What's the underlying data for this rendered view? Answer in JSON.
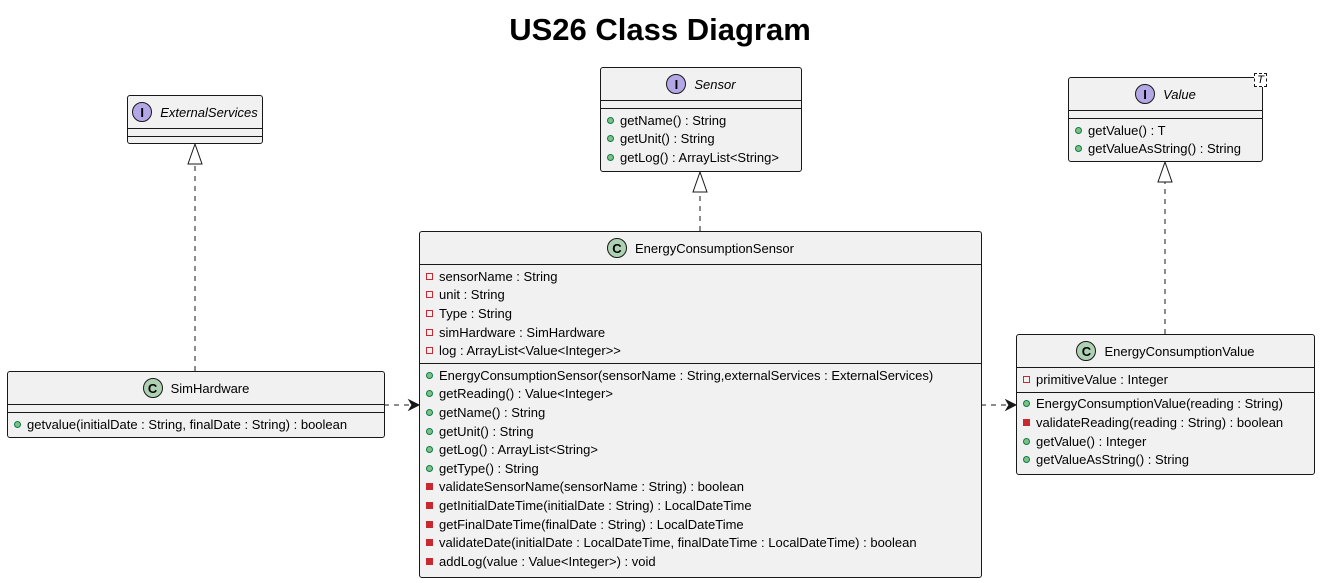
{
  "diagram": {
    "title": "US26 Class Diagram",
    "classes": {
      "external_services": {
        "name": "ExternalServices",
        "kind": "interface",
        "badge": "I",
        "fields": [],
        "methods": []
      },
      "sensor": {
        "name": "Sensor",
        "kind": "interface",
        "badge": "I",
        "fields": [],
        "methods": [
          {
            "vis": "public",
            "text": "getName() : String"
          },
          {
            "vis": "public",
            "text": "getUnit() : String"
          },
          {
            "vis": "public",
            "text": "getLog() : ArrayList<String>"
          }
        ]
      },
      "value": {
        "name": "Value",
        "kind": "interface",
        "badge": "I",
        "type_param": "T",
        "fields": [],
        "methods": [
          {
            "vis": "public",
            "text": "getValue() : T"
          },
          {
            "vis": "public",
            "text": "getValueAsString() : String"
          }
        ]
      },
      "sim_hardware": {
        "name": "SimHardware",
        "kind": "class",
        "badge": "C",
        "fields": [],
        "methods": [
          {
            "vis": "public",
            "text": "getvalue(initialDate : String, finalDate : String) : boolean"
          }
        ]
      },
      "energy_consumption_sensor": {
        "name": "EnergyConsumptionSensor",
        "kind": "class",
        "badge": "C",
        "fields": [
          {
            "vis": "private",
            "text": "sensorName : String"
          },
          {
            "vis": "private",
            "text": "unit : String"
          },
          {
            "vis": "private",
            "text": "Type : String"
          },
          {
            "vis": "private",
            "text": "simHardware : SimHardware"
          },
          {
            "vis": "private",
            "text": "log : ArrayList<Value<Integer>>"
          }
        ],
        "methods": [
          {
            "vis": "public",
            "text": "EnergyConsumptionSensor(sensorName : String,externalServices : ExternalServices)"
          },
          {
            "vis": "public",
            "text": "getReading() : Value<Integer>"
          },
          {
            "vis": "public",
            "text": "getName() : String"
          },
          {
            "vis": "public",
            "text": "getUnit() : String"
          },
          {
            "vis": "public",
            "text": "getLog() : ArrayList<String>"
          },
          {
            "vis": "public",
            "text": "getType() : String"
          },
          {
            "vis": "private",
            "text": "validateSensorName(sensorName : String) : boolean"
          },
          {
            "vis": "private",
            "text": "getInitialDateTime(initialDate : String) : LocalDateTime"
          },
          {
            "vis": "private",
            "text": "getFinalDateTime(finalDate : String) : LocalDateTime"
          },
          {
            "vis": "private",
            "text": "validateDate(initialDate : LocalDateTime, finalDateTime : LocalDateTime) : boolean"
          },
          {
            "vis": "private",
            "text": "addLog(value : Value<Integer>) : void"
          }
        ]
      },
      "energy_consumption_value": {
        "name": "EnergyConsumptionValue",
        "kind": "class",
        "badge": "C",
        "fields": [
          {
            "vis": "private",
            "text": "primitiveValue : Integer"
          }
        ],
        "methods": [
          {
            "vis": "public",
            "text": "EnergyConsumptionValue(reading : String)"
          },
          {
            "vis": "private",
            "text": "validateReading(reading : String) : boolean"
          },
          {
            "vis": "public",
            "text": "getValue() : Integer"
          },
          {
            "vis": "public",
            "text": "getValueAsString() : String"
          }
        ]
      }
    },
    "relations": [
      {
        "from": "sim_hardware",
        "to": "external_services",
        "type": "realization"
      },
      {
        "from": "energy_consumption_sensor",
        "to": "sensor",
        "type": "realization"
      },
      {
        "from": "energy_consumption_value",
        "to": "value",
        "type": "realization"
      },
      {
        "from": "sim_hardware",
        "to": "energy_consumption_sensor",
        "type": "dependency"
      },
      {
        "from": "energy_consumption_sensor",
        "to": "energy_consumption_value",
        "type": "dependency"
      }
    ]
  }
}
